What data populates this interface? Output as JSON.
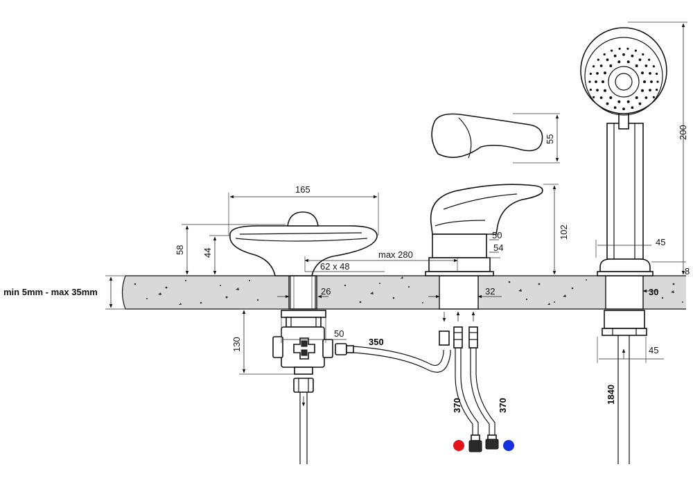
{
  "labels": {
    "thickness": "min 5mm - max 35mm",
    "d165": "165",
    "d58": "58",
    "d44": "44",
    "d26": "26",
    "d130": "130",
    "d50_valve": "50",
    "d350": "350",
    "dmax280": "max 280",
    "d62x48": "62 x 48",
    "d50_mixer": "50",
    "d54": "54",
    "d102": "102",
    "d32": "32",
    "d55": "55",
    "d370_left": "370",
    "d370_right": "370",
    "d200": "200",
    "d45_top": "45",
    "d8": "8",
    "d30": "30",
    "d45_bottom": "45",
    "d1840": "1840"
  },
  "colors": {
    "hot": "#e4141b",
    "cold": "#1430e0",
    "stone_fill": "#d9d9d9",
    "line": "#111111"
  },
  "icons": {
    "flow_arrow": "arrow-icon",
    "hot_marker": "red-dot-icon",
    "cold_marker": "blue-dot-icon"
  }
}
